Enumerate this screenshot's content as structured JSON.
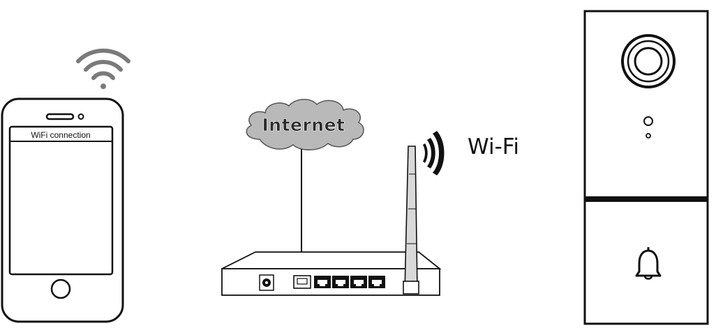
{
  "phone": {
    "screen_title": "WiFi connection",
    "signal_icon": "wifi-signal-icon"
  },
  "cloud": {
    "label": "Internet"
  },
  "router": {
    "antenna_icon": "antenna-icon",
    "signal_icon": "wireless-waves-icon",
    "wifi_label": "Wi-Fi",
    "lan_ports": 4,
    "wan_ports": 1
  },
  "doorbell": {
    "camera_icon": "camera-lens-icon",
    "bell_icon": "bell-icon"
  },
  "colors": {
    "line": "#111111",
    "cloud_fill": "#b9b9b9",
    "signal_gray": "#7a7a7a"
  }
}
